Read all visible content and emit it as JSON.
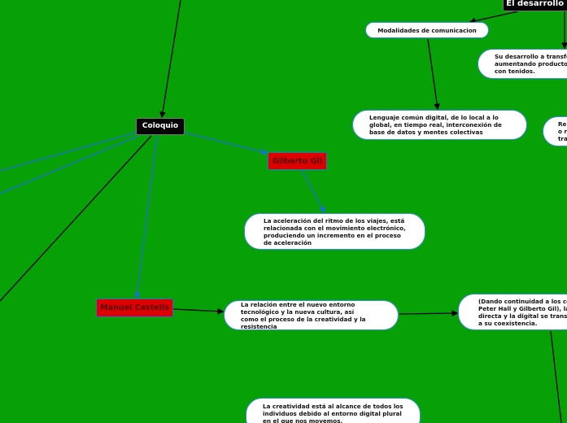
{
  "colors": {
    "background": "#07a007",
    "topic_node": "#050505",
    "author_node": "#dd0000",
    "bubble_border": "#3a8fd8",
    "blue_connector": "#1a6fd8"
  },
  "nodes": {
    "desarrollo": "El desarrollo d",
    "modalidades": "Modalidades de comunicacion",
    "su_desarrollo": "Su desarrollo a transfo aumentando productor con tenidos.",
    "lenguaje": "Lenguaje común digital,  de lo local a lo global, en tiempo real, interconexión de base de datos y mentes colectivas",
    "re": "Re o r tra",
    "coloquio": "Coloquio",
    "gilberto": "Gilberto Gil",
    "aceleracion": "La aceleración del ritmo de los viajes, está relacionada con el movimiento electrónico, produciendo un incremento en el proceso de aceleración",
    "castells": "Manuel Castells",
    "relacion": "La relación entre el nuevo entorno tecnológico y la nueva cultura, así como el proceso de la creatividad y la resistencia",
    "dando": "(Dando continuidad a los co Peter Hall y Gilberto Gil), la directa y la digital se transfo a su coexistencia.",
    "creatividad": "La creatividad está al alcance de todos los individuos debido al entorno digital plural en el que nos movemos."
  }
}
